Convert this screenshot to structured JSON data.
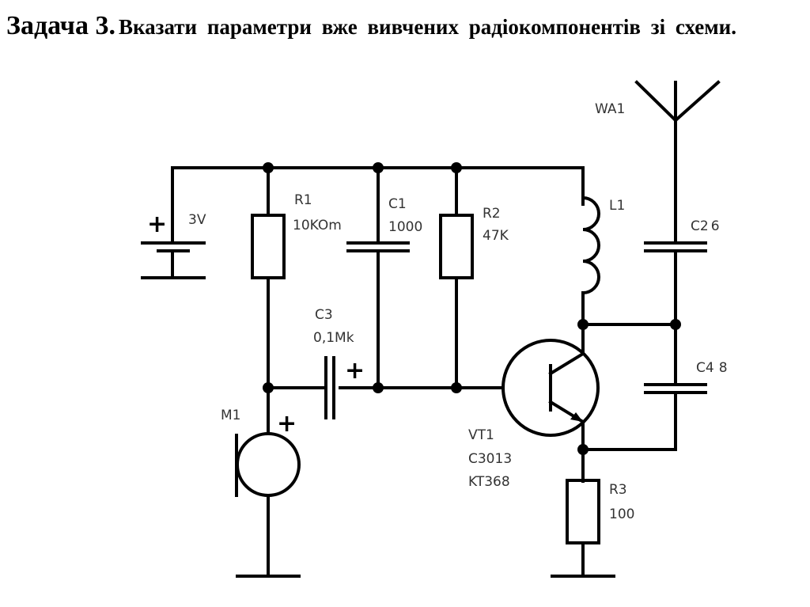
{
  "heading": {
    "task": "Задача 3.",
    "description": "Вказати параметри вже вивчених радіокомпонентів зі схеми."
  },
  "schematic": {
    "battery": {
      "label": "3V",
      "polarity": "+"
    },
    "r1": {
      "name": "R1",
      "value": "10KOm"
    },
    "c1": {
      "name": "C1",
      "value": "1000"
    },
    "r2": {
      "name": "R2",
      "value": "47K"
    },
    "l1": {
      "name": "L1"
    },
    "antenna": {
      "name": "WA1"
    },
    "c2": {
      "name": "C2",
      "value": "6"
    },
    "c3": {
      "name": "C3",
      "value": "0,1Mk",
      "polarity": "+"
    },
    "c4": {
      "name": "C4",
      "value": "8"
    },
    "vt1": {
      "name": "VT1",
      "part1": "C3013",
      "part2": "KT368"
    },
    "m1": {
      "name": "M1",
      "polarity": "+"
    },
    "r3": {
      "name": "R3",
      "value": "100"
    }
  }
}
